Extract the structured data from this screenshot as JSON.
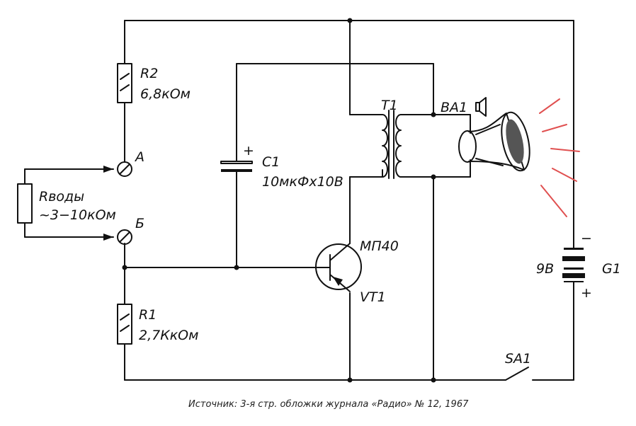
{
  "labels": {
    "r2_ref": "R2",
    "r2_val": "6,8кОм",
    "r1_ref": "R1",
    "r1_val": "2,7КкОм",
    "c1_ref": "C1",
    "c1_val": "10мкФх10В",
    "c1_polarity": "+",
    "t1_ref": "T1",
    "ba1_ref": "BA1",
    "vt1_type": "МП40",
    "vt1_ref": "VT1",
    "g1_voltage": "9В",
    "g1_ref": "G1",
    "g1_minus": "−",
    "g1_plus": "+",
    "sa1_ref": "SA1",
    "terminal_a": "А",
    "terminal_b": "Б",
    "rwater_ref": "Rводы",
    "rwater_val": "~3−10кОм"
  },
  "caption": "Источник: 3-я стр. обложки журнала «Радио» № 12, 1967",
  "colors": {
    "ink": "#111111",
    "sound_waves": "#e05050"
  },
  "icons": [
    "speaker-symbol-icon",
    "horn-loudspeaker-icon"
  ]
}
